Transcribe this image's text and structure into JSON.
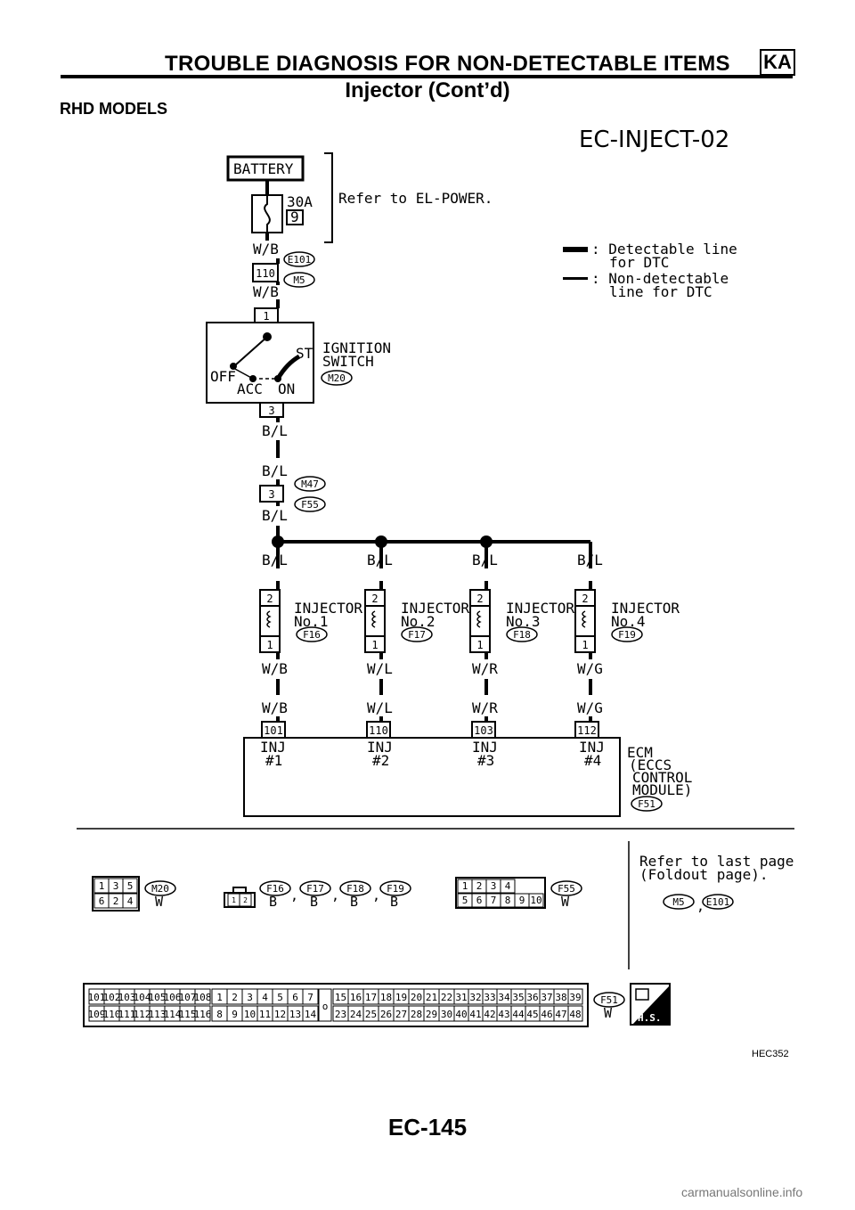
{
  "header": {
    "title": "TROUBLE DIAGNOSIS FOR NON-DETECTABLE ITEMS",
    "badge": "KA",
    "subtitle": "Injector (Cont’d)"
  },
  "section_title": "RHD MODELS",
  "diagram_id": "EC-INJECT-02",
  "battery": "BATTERY",
  "fuse": {
    "rating": "30A",
    "number": "9"
  },
  "power_ref": "Refer to EL-POWER.",
  "legend": {
    "detectable_1": ": Detectable line",
    "detectable_2": "for DTC",
    "nondetectable_1": ": Non-detectable",
    "nondetectable_2": "line for DTC"
  },
  "wire": {
    "wb": "W/B",
    "bl": "B/L",
    "wl": "W/L",
    "wr": "W/R",
    "wg": "W/G"
  },
  "conn": {
    "e101": "E101",
    "m5": "M5",
    "m20": "M20",
    "m47": "M47",
    "f55": "F55",
    "f51": "F51",
    "f16": "F16",
    "f17": "F17",
    "f18": "F18",
    "f19": "F19"
  },
  "pin": {
    "p110": "110",
    "p1": "1",
    "p3": "3",
    "p2": "2",
    "p101": "101",
    "p103": "103",
    "p112": "112"
  },
  "ignition": {
    "title1": "IGNITION",
    "title2": "SWITCH",
    "off": "OFF",
    "acc": "ACC",
    "on": "ON",
    "st": "ST"
  },
  "injector": {
    "label": "INJECTOR",
    "no1": "No.1",
    "no2": "No.2",
    "no3": "No.3",
    "no4": "No.4"
  },
  "ecm": {
    "inj": "INJ",
    "h1": "#1",
    "h2": "#2",
    "h3": "#3",
    "h4": "#4",
    "l1": "ECM",
    "l2": "(ECCS",
    "l3": "CONTROL",
    "l4": "MODULE)"
  },
  "footer": {
    "w": "W",
    "b": "B",
    "comma": ",",
    "refer1": "Refer to last page",
    "refer2": "(Foldout page)."
  },
  "m20_top": [
    "1",
    "3",
    "5"
  ],
  "m20_bottom": [
    "6",
    "2",
    "4"
  ],
  "inj_pins": [
    "1",
    "2"
  ],
  "f55_top": [
    "1",
    "2",
    "3",
    "4"
  ],
  "f55_bottom": [
    "5",
    "6",
    "7",
    "8",
    "9",
    "10"
  ],
  "f51_cells": {
    "a1": [
      "101",
      "102",
      "103",
      "104",
      "105",
      "106",
      "107",
      "108"
    ],
    "a2": [
      "109",
      "110",
      "111",
      "112",
      "113",
      "114",
      "115",
      "116"
    ],
    "b1": [
      "1",
      "2",
      "3",
      "4",
      "5",
      "6",
      "7"
    ],
    "b2": [
      "8",
      "9",
      "10",
      "11",
      "12",
      "13",
      "14"
    ],
    "c": "o",
    "d1": [
      "15",
      "16",
      "17",
      "18",
      "19",
      "20",
      "21",
      "22"
    ],
    "d2": [
      "23",
      "24",
      "25",
      "26",
      "27",
      "28",
      "29",
      "30"
    ],
    "e1": [
      "31",
      "32",
      "33",
      "34",
      "35",
      "36",
      "37",
      "38",
      "39"
    ],
    "e2": [
      "40",
      "41",
      "42",
      "43",
      "44",
      "45",
      "46",
      "47",
      "48"
    ]
  },
  "hs": "H.S.",
  "figure_code": "HEC352",
  "page_number": "EC-145",
  "watermark": "carmanualsonline.info"
}
